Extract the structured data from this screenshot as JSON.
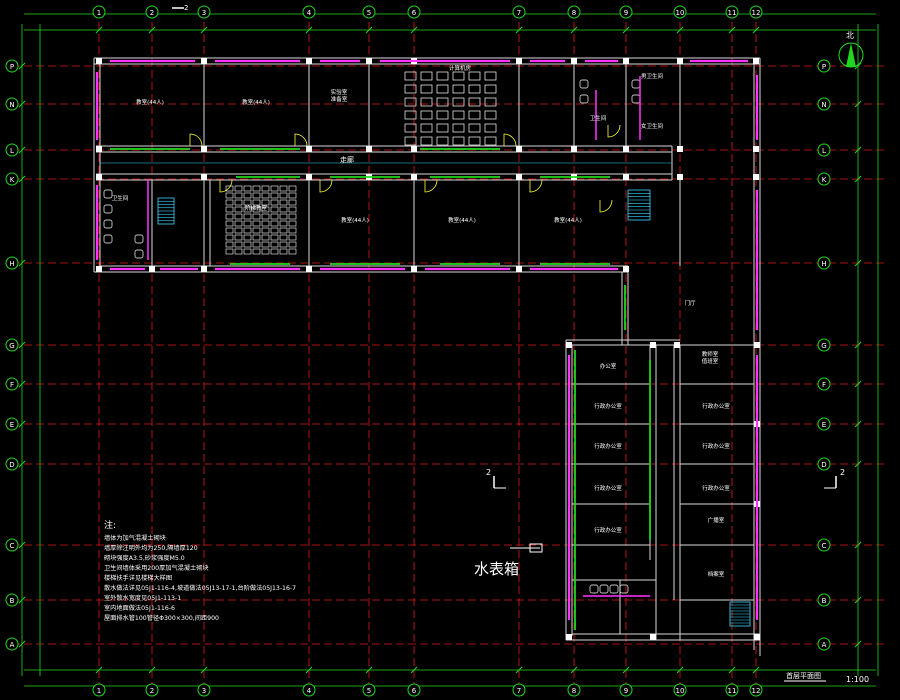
{
  "colors": {
    "axis": "#1fd81f",
    "grid": "#e01818",
    "wall": "#d8d8d8",
    "window": "#ff33ff",
    "door": "#ffff33",
    "furn": "#ffffff",
    "stair": "#3ad7ff",
    "label": "#ffffff",
    "note": "#ffffff"
  },
  "axes": {
    "vertical": [
      "1",
      "2",
      "3",
      "4",
      "5",
      "6",
      "7",
      "8",
      "9",
      "10",
      "11",
      "12"
    ],
    "horizontal": [
      "P",
      "N",
      "L",
      "K",
      "H",
      "G",
      "F",
      "E",
      "D",
      "C",
      "B",
      "A"
    ]
  },
  "rooms": [
    {
      "id": "r1",
      "label": "教室(44人)"
    },
    {
      "id": "r2",
      "label": "教室(44人)"
    },
    {
      "id": "r3",
      "label": "实验室\n准备室"
    },
    {
      "id": "r4",
      "label": "计算机房"
    },
    {
      "id": "r5",
      "label": "卫生间"
    },
    {
      "id": "r6",
      "label": "男卫生间"
    },
    {
      "id": "r7",
      "label": "女卫生间"
    },
    {
      "id": "r8",
      "label": "卫生间"
    },
    {
      "id": "r9",
      "label": "阶梯教室"
    },
    {
      "id": "r10",
      "label": "教室(44人)"
    },
    {
      "id": "r11",
      "label": "教室(44人)"
    },
    {
      "id": "r12",
      "label": "教室(44人)"
    },
    {
      "id": "r13",
      "label": "门厅"
    },
    {
      "id": "r14",
      "label": "办公室"
    },
    {
      "id": "r15",
      "label": "教师室\n值班室"
    },
    {
      "id": "r16",
      "label": "行政办公室"
    },
    {
      "id": "r17",
      "label": "行政办公室"
    },
    {
      "id": "r18",
      "label": "行政办公室"
    },
    {
      "id": "r19",
      "label": "行政办公室"
    },
    {
      "id": "r20",
      "label": "行政办公室"
    },
    {
      "id": "r21",
      "label": "行政办公室"
    },
    {
      "id": "r22",
      "label": "行政办公室"
    },
    {
      "id": "r23",
      "label": "广播室"
    },
    {
      "id": "r24",
      "label": "档案室"
    }
  ],
  "corridor_label": "走廊",
  "water_box_label": "水表箱",
  "notes": {
    "title": "注:",
    "lines": [
      "墙体为加气混凝土砌块",
      "墙厚除注明外均为250,隔墙厚120",
      "砌块强度A3.5,砂浆强度M5.0",
      "卫生间墙体采用200厚加气混凝土砌块",
      "楼梯扶手详见楼梯大样图",
      "散水做法详见05J1-116-4,坡道做法05J13-17-1,台阶做法05J13-16-7",
      "室外散水宽度见05J1-113-1",
      "室内地面做法05J1-116-6",
      "屋面排水管100管径Φ300×300,间距900"
    ]
  },
  "section_mark": "2",
  "drawing_title": "首层平面图",
  "scale": "1:100",
  "north_label": "北"
}
